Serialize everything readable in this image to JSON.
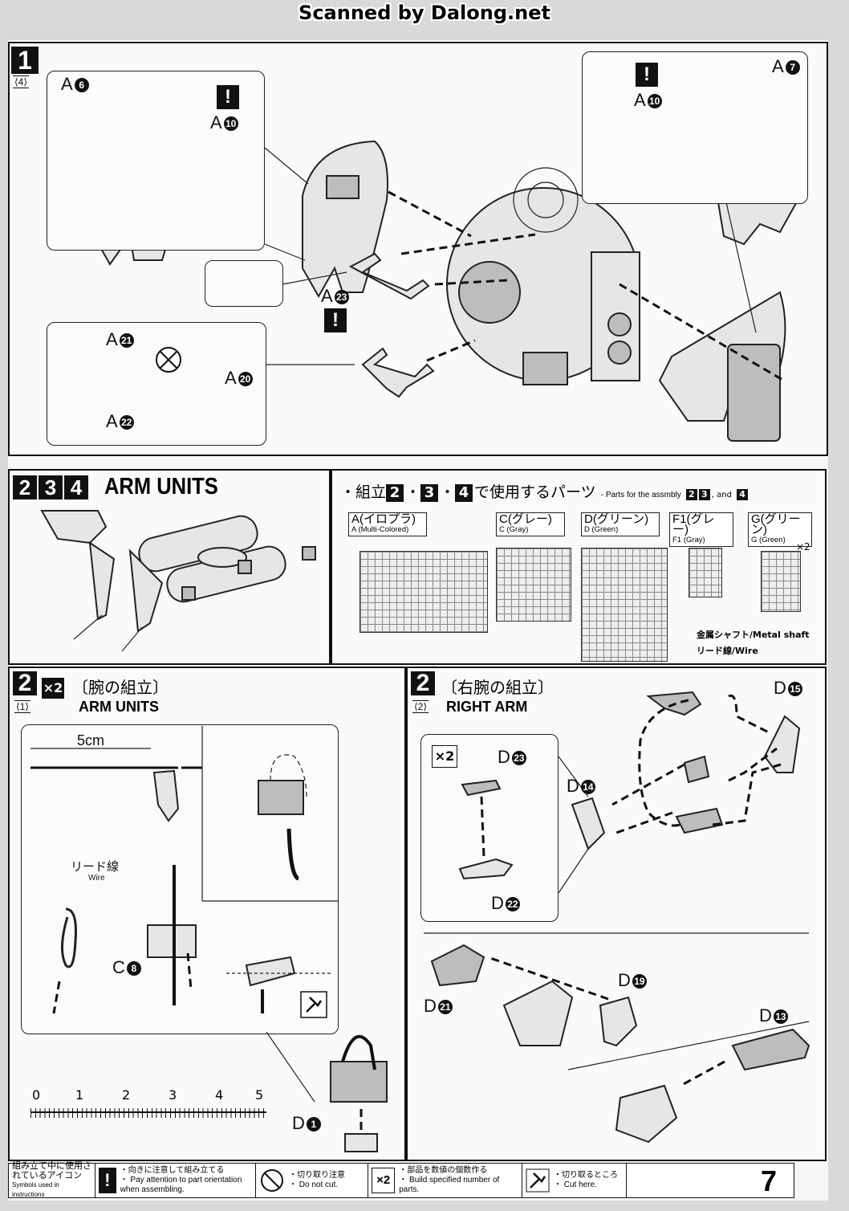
{
  "watermark": "Scanned by Dalong.net",
  "step1": {
    "number": "1",
    "sub": "⟨4⟩",
    "labels": {
      "a6": "A",
      "a6n": "6",
      "a10l": "A",
      "a10ln": "10",
      "a7": "A",
      "a7n": "7",
      "a10r": "A",
      "a10rn": "10",
      "a23": "A",
      "a23n": "23",
      "a21": "A",
      "a21n": "21",
      "a22": "A",
      "a22n": "22",
      "a20": "A",
      "a20n": "20"
    }
  },
  "warn_glyph": "!",
  "step234": {
    "numbers": [
      "2",
      "3",
      "4"
    ],
    "title": "ARM UNITS",
    "parts_heading_jp_pre": "・組立",
    "parts_heading_jp_post": "で使用するパーツ",
    "parts_heading_sep": "・",
    "parts_heading_en": "- Parts for the assmbly",
    "parts_heading_and": ", and",
    "runners": [
      {
        "jp": "A(イロプラ)",
        "en": "A (Multi-Colored)"
      },
      {
        "jp": "C(グレー)",
        "en": "C (Gray)"
      },
      {
        "jp": "D(グリーン)",
        "en": "D (Green)"
      },
      {
        "jp": "F1(グレー)",
        "en": "F1 (Gray)"
      },
      {
        "jp": "G(グリーン)",
        "en": "G (Green)"
      }
    ],
    "times2": "×2",
    "metal_shaft": "金属シャフト/Metal shaft",
    "wire": "リード線/Wire"
  },
  "step2_left": {
    "number": "2",
    "sub": "⟨1⟩",
    "x2": "×2",
    "title_jp": "〔腕の組立〕",
    "title_en": "ARM UNITS",
    "length_label": "5cm",
    "wire_jp": "リード線",
    "wire_en": "Wire",
    "c8": "C",
    "c8n": "8",
    "d1": "D",
    "d1n": "1",
    "ruler": [
      "0",
      "1",
      "2",
      "3",
      "4",
      "5"
    ]
  },
  "step2_right": {
    "number": "2",
    "sub": "⟨2⟩",
    "title_jp": "〔右腕の組立〕",
    "title_en": "RIGHT ARM",
    "x2": "×2",
    "d15": "D",
    "d15n": "15",
    "d14": "D",
    "d14n": "14",
    "d23": "D",
    "d23n": "23",
    "d22": "D",
    "d22n": "22",
    "d19": "D",
    "d19n": "19",
    "d21": "D",
    "d21n": "21",
    "d13": "D",
    "d13n": "13"
  },
  "footer": {
    "symbols_jp": "組み立て中に使用されているアイコン",
    "symbols_en": "Symbols used in instructions",
    "attention_jp": "・向きに注意して組み立てる",
    "attention_en": "・ Pay attention to part orientation when assembling.",
    "nocut_jp": "・切り取り注意",
    "nocut_en": "・ Do not cut.",
    "multiple_icon": "×2",
    "multiple_jp": "・部品を数値の個数作る",
    "multiple_en": "・ Build specified number of parts.",
    "cut_jp": "・切り取るところ",
    "cut_en": "・ Cut here.",
    "page_number": "7"
  }
}
